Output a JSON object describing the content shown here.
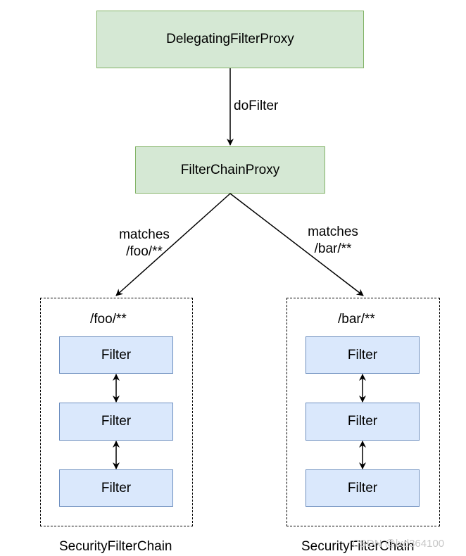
{
  "nodes": {
    "delegating_proxy": "DelegatingFilterProxy",
    "filter_chain_proxy": "FilterChainProxy"
  },
  "edges": {
    "do_filter": "doFilter",
    "matches_foo": {
      "line1": "matches",
      "line2": "/foo/**"
    },
    "matches_bar": {
      "line1": "matches",
      "line2": "/bar/**"
    }
  },
  "chains": [
    {
      "pattern": "/foo/**",
      "filters": [
        "Filter",
        "Filter",
        "Filter"
      ],
      "caption": "SecurityFilterChain"
    },
    {
      "pattern": "/bar/**",
      "filters": [
        "Filter",
        "Filter",
        "Filter"
      ],
      "caption": "SecurityFilterChain"
    }
  ],
  "watermark": "CSDN @lxd364100",
  "colors": {
    "proxy_fill": "#d5e8d4",
    "proxy_stroke": "#82b366",
    "filter_fill": "#dae8fc",
    "filter_stroke": "#6c8ebf"
  }
}
